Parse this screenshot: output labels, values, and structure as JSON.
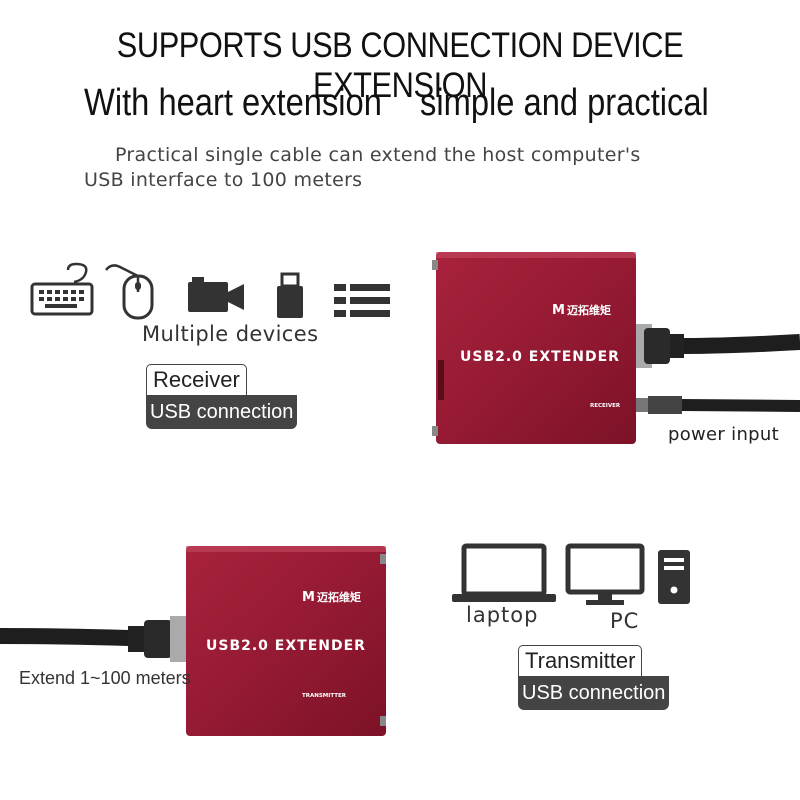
{
  "headline": "SUPPORTS USB CONNECTION DEVICE EXTENSION",
  "subheadline": {
    "left": "With heart extension",
    "right": "simple and practical"
  },
  "description": {
    "line1": "Practical single cable can extend the host computer's",
    "line2": "USB interface to 100 meters"
  },
  "devices": {
    "icons": [
      "keyboard-icon",
      "mouse-icon",
      "camera-icon",
      "usb-drive-icon",
      "list-icon"
    ],
    "label": "Multiple devices"
  },
  "receiver_tag": {
    "title": "Receiver",
    "body": "USB connection"
  },
  "receiver_unit": {
    "logo_text": "迈拓维矩",
    "model": "USB2.0 EXTENDER",
    "role": "RECEIVER",
    "power_label": "power input"
  },
  "transmitter_unit": {
    "logo_text": "迈拓维矩",
    "model": "USB2.0 EXTENDER",
    "role": "TRANSMITTER",
    "cable_label": "Extend 1~100 meters"
  },
  "hosts": {
    "icons": [
      "laptop-icon",
      "pc-monitor-icon",
      "pc-tower-icon"
    ],
    "laptop_label": "laptop",
    "pc_label": "PC"
  },
  "transmitter_tag": {
    "title": "Transmitter",
    "body": "USB connection"
  },
  "colors": {
    "box": "#9b1b34",
    "box_dark": "#6e0f22",
    "tag_body": "#444444",
    "cable": "#1e1e1e"
  }
}
